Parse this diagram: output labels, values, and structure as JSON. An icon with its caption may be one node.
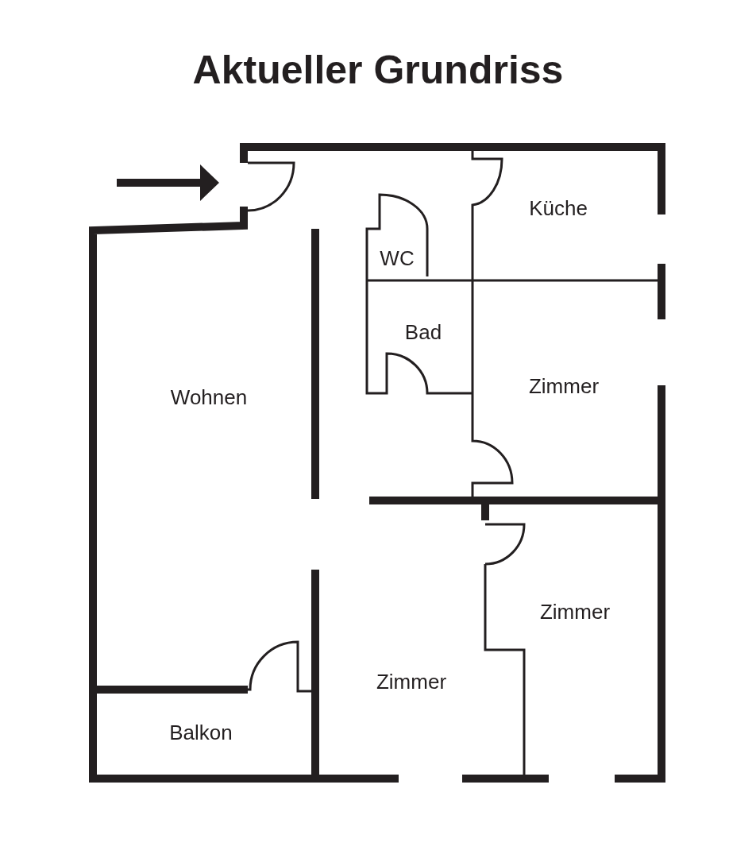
{
  "diagram": {
    "title": "Aktueller Grundriss",
    "labels": [
      "Küche",
      "WC",
      "Bad",
      "Zimmer",
      "Wohnen",
      "Zimmer",
      "Zimmer",
      "Balkon"
    ]
  }
}
